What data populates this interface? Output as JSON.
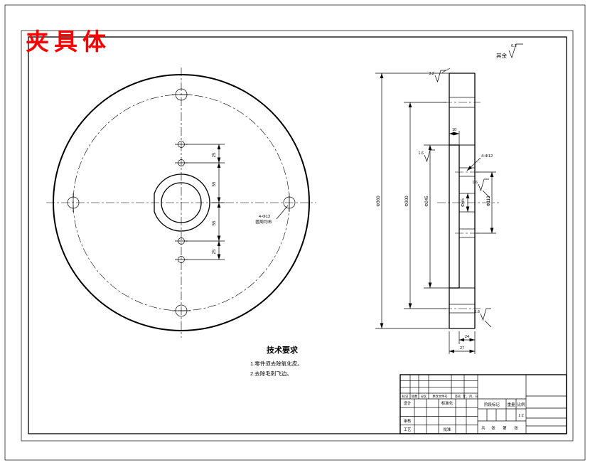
{
  "sheet": {
    "title": "夹具体",
    "surface_note": {
      "label": "其余",
      "value": "6.3"
    }
  },
  "front_view": {
    "bolt_hole_callout": {
      "line1": "4-Φ13",
      "line2": "圆周均布"
    },
    "center_hole_dims": [
      "25",
      "55",
      "55",
      "25"
    ]
  },
  "section_view": {
    "dia_outer": "Φ360",
    "dia_bolt_circle": "Φ300",
    "dia_recess": "Φ245",
    "dia_hole_circle": "Φ110",
    "dia_bore": "Φ65",
    "step_depth": "10",
    "hub_thickness": "24",
    "flange_thickness": "27",
    "small_hole_callout": "4-Φ12",
    "roughness_top": "3.2",
    "roughness_recess": "1.6",
    "roughness_bore": "1.6",
    "roughness_bottom": "1.6"
  },
  "tech_requirements": {
    "heading": "技术要求",
    "items": [
      "1.零件须去除氧化皮。",
      "2.去除毛刺飞边。"
    ]
  },
  "title_block": {
    "header": [
      "标记",
      "处数",
      "分区",
      "更改文件号",
      "签名",
      "年、月、日"
    ],
    "row_design": "设计",
    "row_standardization": "标准化",
    "row_audit": "审核",
    "row_process": "工艺",
    "row_approve": "批准",
    "stage_label": "阶段标记",
    "weight_label": "重量",
    "scale_label": "比例",
    "scale_value": "1:2",
    "sheet_total_label": "共",
    "sheet_unit1": "张",
    "sheet_index_label": "第",
    "sheet_unit2": "张"
  }
}
